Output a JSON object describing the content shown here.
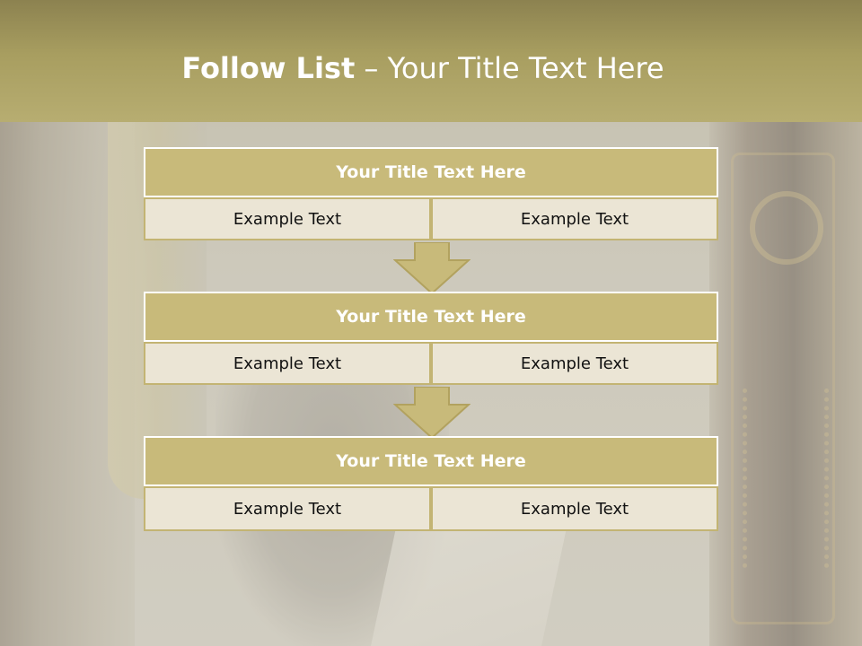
{
  "header": {
    "title_bold": "Follow List",
    "title_rest": "– Your Title Text Here"
  },
  "colors": {
    "header_top": "#8c8250",
    "header_bottom": "#b7ad71",
    "block_title_bg": "#c8ba7a",
    "cell_bg": "#ebe5d5",
    "accent_border": "#c3b473"
  },
  "steps": [
    {
      "title": "Your Title Text Here",
      "left": "Example Text",
      "right": "Example Text"
    },
    {
      "title": "Your Title Text Here",
      "left": "Example Text",
      "right": "Example Text"
    },
    {
      "title": "Your Title Text Here",
      "left": "Example Text",
      "right": "Example Text"
    }
  ],
  "connectors": [
    "arrow-down-icon",
    "arrow-down-icon"
  ]
}
